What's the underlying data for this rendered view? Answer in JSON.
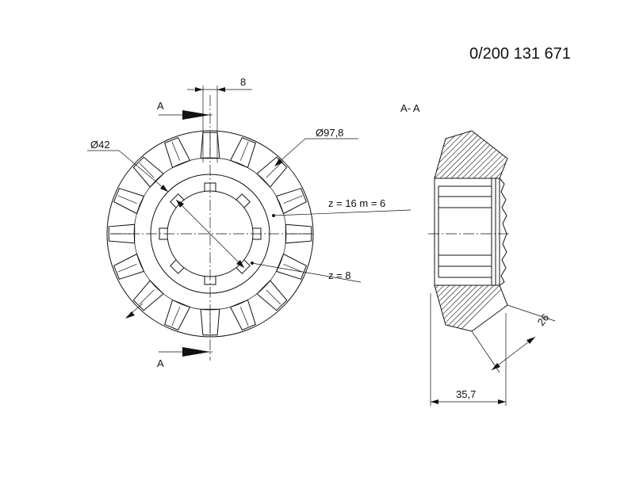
{
  "part_number": "0/200 131 671",
  "section_label": "A- A",
  "cut_label_top": "A",
  "cut_label_bottom": "A",
  "dims": {
    "width_8": "8",
    "dia_42": "Ø42",
    "dia_97_8": "Ø97,8",
    "teeth": "z = 16  m = 6",
    "splines": "z = 8",
    "width_26": "26",
    "length_35_7": "35,7"
  },
  "gear": {
    "teeth": 16,
    "splines": 8
  }
}
